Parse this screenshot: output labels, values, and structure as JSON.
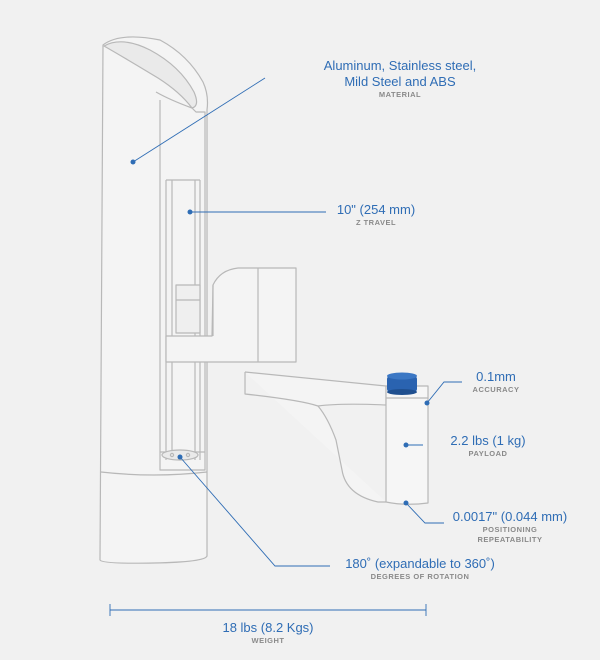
{
  "colors": {
    "accent": "#2f6db5",
    "outline": "#b8b8b8",
    "background": "#f1f1f1",
    "cap_blue": "#2a63b0"
  },
  "specs": {
    "material": {
      "value_line1": "Aluminum, Stainless steel,",
      "value_line2": "Mild Steel and ABS",
      "caption": "MATERIAL"
    },
    "z_travel": {
      "value": "10\" (254 mm)",
      "caption": "Z TRAVEL"
    },
    "accuracy": {
      "value": "0.1mm",
      "caption": "ACCURACY"
    },
    "payload": {
      "value": "2.2 lbs (1 kg)",
      "caption": "PAYLOAD"
    },
    "repeatability": {
      "value": "0.0017\" (0.044 mm)",
      "caption_line1": "POSITIONING",
      "caption_line2": "REPEATABILITY"
    },
    "rotation": {
      "value": "180˚ (expandable to 360˚)",
      "caption": "DEGREES OF ROTATION"
    },
    "weight": {
      "value": "18 lbs (8.2 Kgs)",
      "caption": "WEIGHT"
    }
  }
}
